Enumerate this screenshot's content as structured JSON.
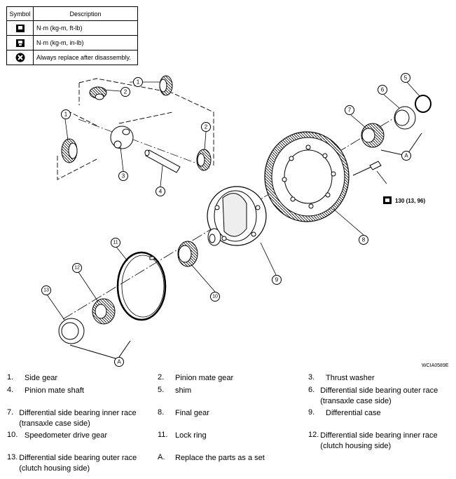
{
  "legend": {
    "header_symbol": "Symbol",
    "header_description": "Description",
    "rows": [
      {
        "icon": "torque-wrench-icon",
        "text": "N·m (kg-m, ft-lb)"
      },
      {
        "icon": "torque-wrench-small-icon",
        "text": "N·m (kg-m, in-lb)"
      },
      {
        "icon": "always-replace-icon",
        "text": "Always replace after disassembly."
      }
    ]
  },
  "diagram": {
    "torque_label": "130 (13, 96)",
    "callouts": [
      "1",
      "2",
      "3",
      "4",
      "5",
      "6",
      "7",
      "8",
      "9",
      "10",
      "11",
      "12",
      "13"
    ],
    "set_label": "A",
    "image_id": "WCIA0589E"
  },
  "parts": [
    {
      "num": "1.",
      "name": "Side gear"
    },
    {
      "num": "2.",
      "name": "Pinion mate gear"
    },
    {
      "num": "3.",
      "name": "Thrust washer"
    },
    {
      "num": "4.",
      "name": "Pinion mate shaft"
    },
    {
      "num": "5.",
      "name": "shim"
    },
    {
      "num": "6.",
      "name": "Differential side bearing outer race (transaxle case side)"
    },
    {
      "num": "7.",
      "name": "Differential side bearing inner race (transaxle case side)"
    },
    {
      "num": "8.",
      "name": "Final gear"
    },
    {
      "num": "9.",
      "name": "Differential case"
    },
    {
      "num": "10.",
      "name": "Speedometer drive gear"
    },
    {
      "num": "11.",
      "name": "Lock ring"
    },
    {
      "num": "12.",
      "name": "Differential side bearing inner race (clutch housing side)"
    },
    {
      "num": "13.",
      "name": "Differential side bearing outer race (clutch housing side)"
    },
    {
      "num": "A.",
      "name": "Replace the parts as a set"
    }
  ]
}
